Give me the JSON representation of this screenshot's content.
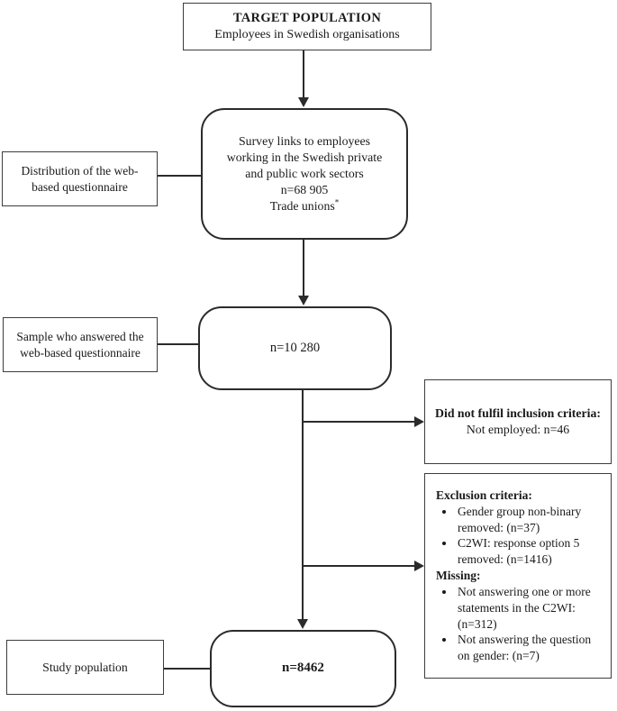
{
  "diagram": {
    "target_box": {
      "title": "TARGET POPULATION",
      "subtitle": "Employees in Swedish organisations"
    },
    "survey_box": {
      "lines": [
        "Survey links to employees",
        "working in the Swedish private",
        "and public work sectors",
        "n=68 905",
        "Trade unions"
      ],
      "superscript": "*"
    },
    "distribution_label_box": {
      "lines": [
        "Distribution of the web-",
        "based questionnaire"
      ]
    },
    "sample_label_box": {
      "lines": [
        "Sample who answered the",
        "web-based questionnaire"
      ]
    },
    "n10280_box": {
      "text": "n=10 280"
    },
    "inclusion_box": {
      "heading": "Did not fulfil inclusion criteria:",
      "detail": "Not employed: n=46"
    },
    "exclusion_box": {
      "heading_exclusion": "Exclusion criteria:",
      "bullet_1": "Gender group non-binary removed: (n=37)",
      "bullet_2": "C2WI: response option 5 removed: (n=1416)",
      "heading_missing": "Missing:",
      "bullet_3": "Not answering one or more statements in the C2WI: (n=312)",
      "bullet_4": "Not answering the question on gender: (n=7)"
    },
    "study_label_box": {
      "text": "Study population"
    },
    "n8462_box": {
      "text": "n=8462"
    },
    "colors": {
      "line": "#2b2b2b",
      "border": "#3d3d3d",
      "background": "#ffffff",
      "text": "#1a1a1a"
    }
  }
}
